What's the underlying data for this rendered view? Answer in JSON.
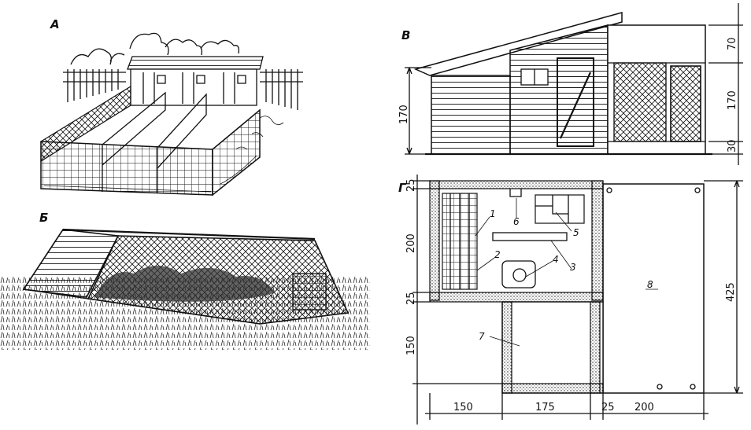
{
  "panels": {
    "a": {
      "label": "А"
    },
    "b": {
      "label": "Б"
    },
    "v": {
      "label": "В"
    },
    "g": {
      "label": "Г"
    }
  },
  "elevation_dims": {
    "left_height": "170",
    "right_top": "70",
    "right_mid": "170",
    "right_bottom": "30"
  },
  "plan_dims": {
    "left_top": "25",
    "left_room": "200",
    "left_mid": "25",
    "left_low": "150",
    "right_total": "425",
    "bottom": [
      "150",
      "175",
      "25",
      "200"
    ]
  },
  "plan_callouts": {
    "c1": "1",
    "c2": "2",
    "c3": "3",
    "c4": "4",
    "c5": "5",
    "c6": "6",
    "c7": "7",
    "c8": "8"
  },
  "colors": {
    "ink": "#111111",
    "paper": "#ffffff"
  }
}
